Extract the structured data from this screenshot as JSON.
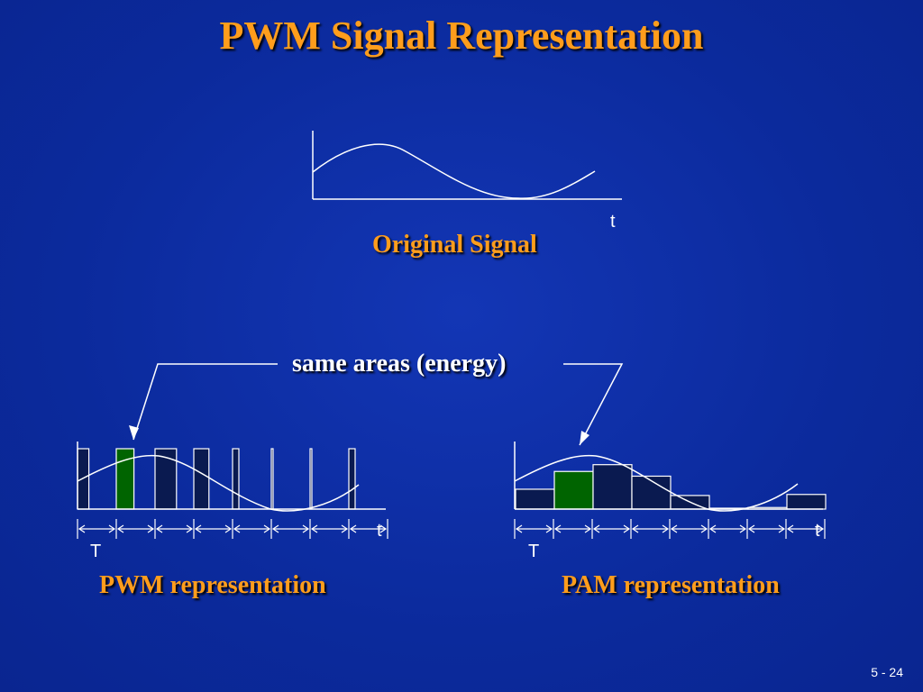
{
  "slide": {
    "title": "PWM Signal Representation",
    "page_number": "5 - 24"
  },
  "original": {
    "caption": "Original Signal",
    "axis_label": "t"
  },
  "callout": {
    "text": "same areas (energy)"
  },
  "pwm": {
    "caption": "PWM representation",
    "axis_label": "t",
    "period_label": "T",
    "pulse_widths": [
      0.45,
      0.7,
      0.85,
      0.6,
      0.25,
      0.05,
      0.05,
      0.25
    ],
    "highlight_index": 1
  },
  "pam": {
    "caption": "PAM representation",
    "axis_label": "t",
    "period_label": "T",
    "amplitudes": [
      0.38,
      0.72,
      0.85,
      0.63,
      0.26,
      0.0,
      0.03,
      0.28
    ],
    "highlight_index": 1
  },
  "colors": {
    "background": "#0b2a9c",
    "title": "#ff9d1c",
    "pulse_fill": "#0a1a50",
    "highlight_fill": "#006400",
    "line": "#ffffff"
  }
}
